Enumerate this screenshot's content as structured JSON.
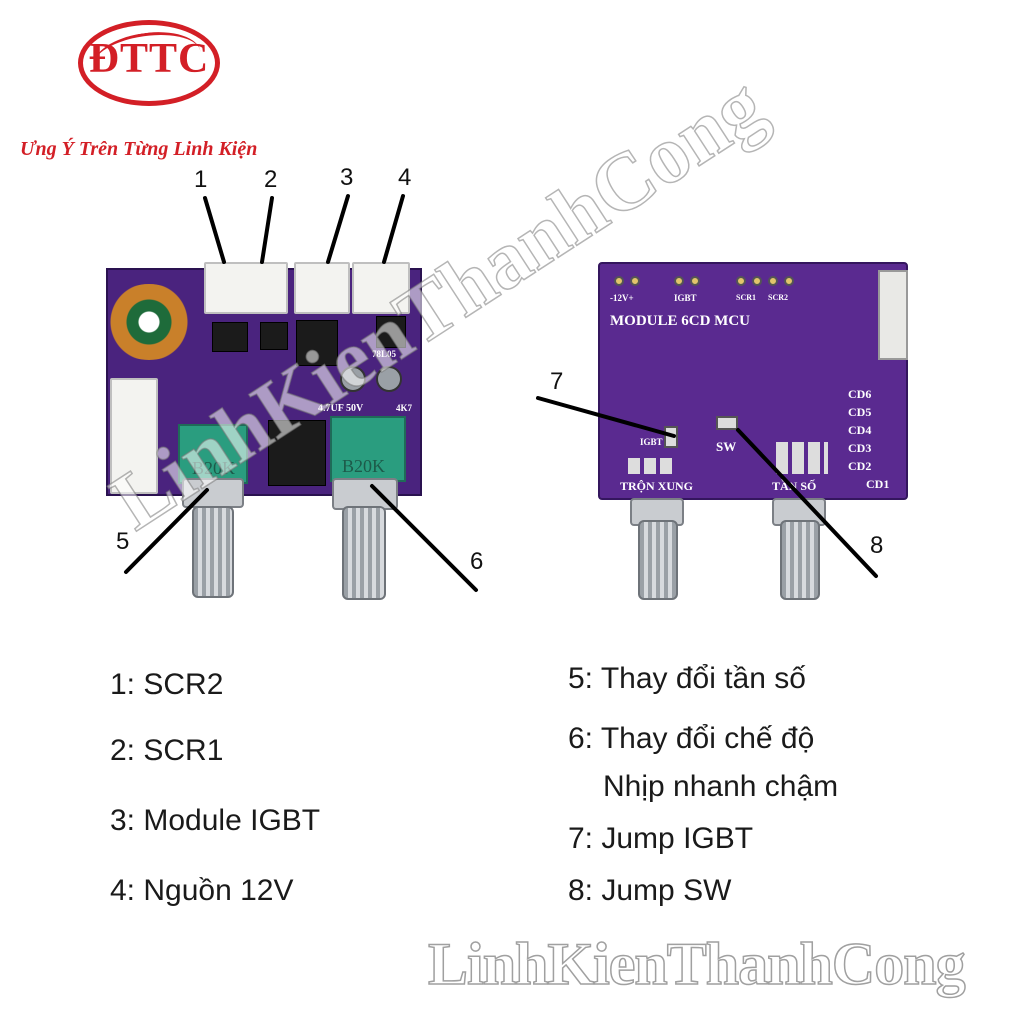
{
  "logo": {
    "text": "ĐTTC",
    "slogan": "Ưng Ý Trên Từng Linh Kiện"
  },
  "callouts": [
    "1",
    "2",
    "3",
    "4",
    "5",
    "6",
    "7",
    "8"
  ],
  "board_front": {
    "pot_labels": [
      "B20K",
      "B20K"
    ],
    "silkscreen": [
      "4.7UF 50V",
      "78L05",
      "4K7"
    ]
  },
  "board_back": {
    "title": "MODULE 6CD MCU",
    "header_labels": [
      "-12V+",
      "IGBT",
      "SCR1",
      "SCR2"
    ],
    "cd_labels": [
      "CD6",
      "CD5",
      "CD4",
      "CD3",
      "CD2",
      "CD1"
    ],
    "jump_labels": [
      "IGBT",
      "SW"
    ],
    "bottom_labels": [
      "TRỘN XUNG",
      "TẦN SỐ"
    ]
  },
  "legend_left": [
    {
      "num": "1:",
      "text": "SCR2"
    },
    {
      "num": "2:",
      "text": "SCR1"
    },
    {
      "num": "3:",
      "text": "Module IGBT"
    },
    {
      "num": "4:",
      "text": "Nguồn 12V"
    }
  ],
  "legend_right": [
    {
      "num": "5:",
      "text": "Thay đổi tần số"
    },
    {
      "num": "6:",
      "text": "Thay đổi chế độ",
      "text2": "Nhịp nhanh chậm"
    },
    {
      "num": "7:",
      "text": "Jump IGBT"
    },
    {
      "num": "8:",
      "text": "Jump SW"
    }
  ],
  "watermark": "LinhKienThanhCong",
  "colors": {
    "brand_red": "#d31f26",
    "pcb_purple": "#5a2a90",
    "pot_teal": "#2a9d7f"
  }
}
